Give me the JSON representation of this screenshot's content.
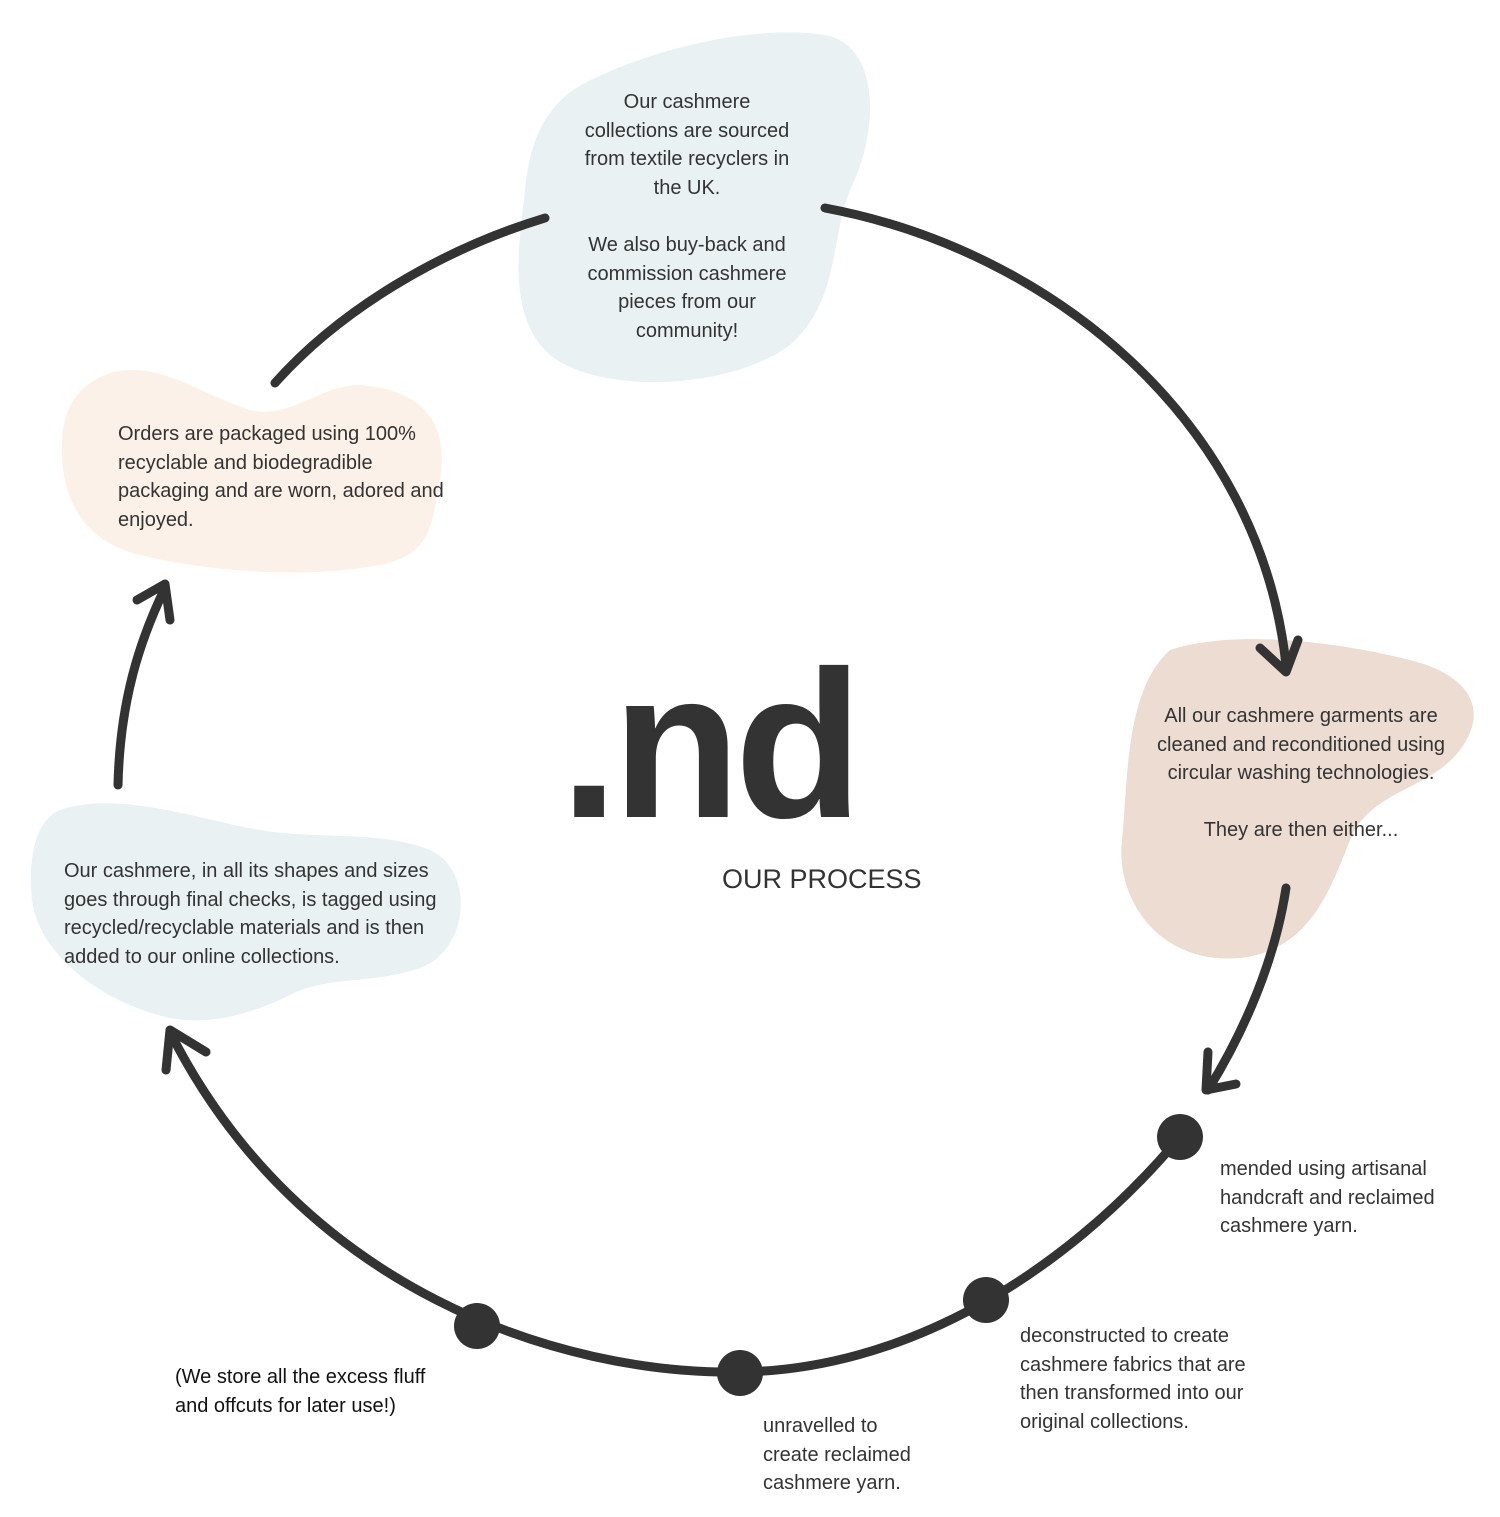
{
  "logo": ".nd",
  "subtitle": "OUR PROCESS",
  "colors": {
    "ink": "#333333",
    "blob_blue": "#e9f1f3",
    "blob_peach": "#fbf1e8",
    "blob_pink": "#ecdcd2"
  },
  "steps": {
    "source": "Our cashmere\ncollections are sourced\nfrom textile recyclers in\nthe UK.\n\nWe also buy-back and\ncommission cashmere\npieces from our\ncommunity!",
    "clean": "All our cashmere garments are\ncleaned and reconditioned using\ncircular washing technologies.\n\nThey are then either...",
    "mended": "mended using artisanal\nhandcraft and reclaimed\ncashmere yarn.",
    "deconstructed": "deconstructed to create\ncashmere fabrics that are\nthen transformed into our\noriginal collections.",
    "unravelled": "unravelled to\ncreate reclaimed\ncashmere yarn.",
    "store_note": "(We store all the excess fluff\nand offcuts for later use!)",
    "checks": "Our cashmere, in all its shapes and sizes\ngoes through final checks, is tagged using\nrecycled/recyclable materials and is then\nadded to our online collections.",
    "orders": "Orders are packaged using 100%\nrecyclable and biodegradible\npackaging and are worn, adored and\nenjoyed."
  }
}
